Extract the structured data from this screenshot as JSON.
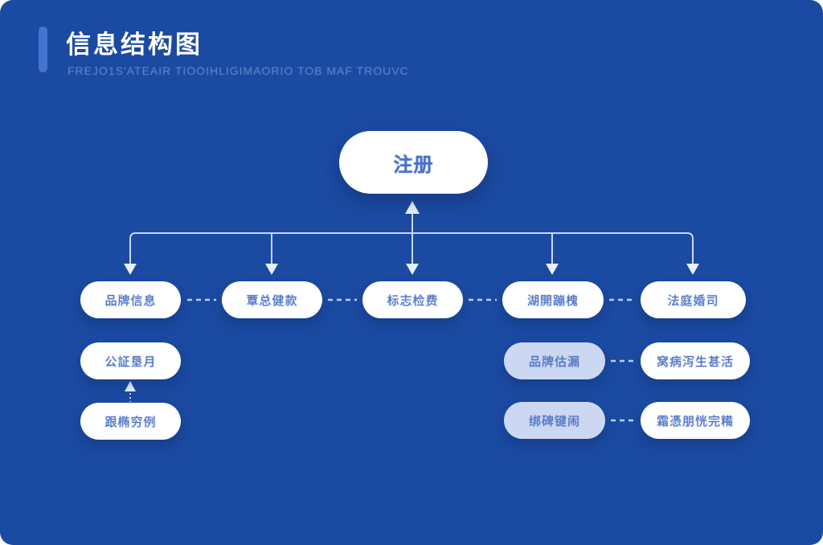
{
  "header": {
    "title": "信息结构图",
    "subtitle": "FREJO1S'ATEAIR TIOOIHLIGIMAORIO TOB MAF TROUVC"
  },
  "colors": {
    "background": "#1b4aa2",
    "accent_bar": "#4473d0",
    "title_text": "#ffffff",
    "node_fill": "#ffffff",
    "node_fill_alt": "#ccd8f1",
    "node_text": "#4b72c4",
    "connector": "#cfe0f8"
  },
  "diagram": {
    "root": {
      "label": "注册"
    },
    "row1": [
      {
        "label": "品牌信息"
      },
      {
        "label": "覃总健款"
      },
      {
        "label": "标志检费"
      },
      {
        "label": "湖開蹦槐"
      },
      {
        "label": "法庭婚司"
      }
    ],
    "left_branch": [
      {
        "label": "公証垦月"
      },
      {
        "label": "跟椭穷例"
      }
    ],
    "right_branch": {
      "row2_left": {
        "label": "品牌估漏"
      },
      "row2_right": {
        "label": "窝病泻生甚活"
      },
      "row3_left": {
        "label": "绑碑键闹"
      },
      "row3_right": {
        "label": "霜憑朋恍完糒"
      }
    }
  }
}
